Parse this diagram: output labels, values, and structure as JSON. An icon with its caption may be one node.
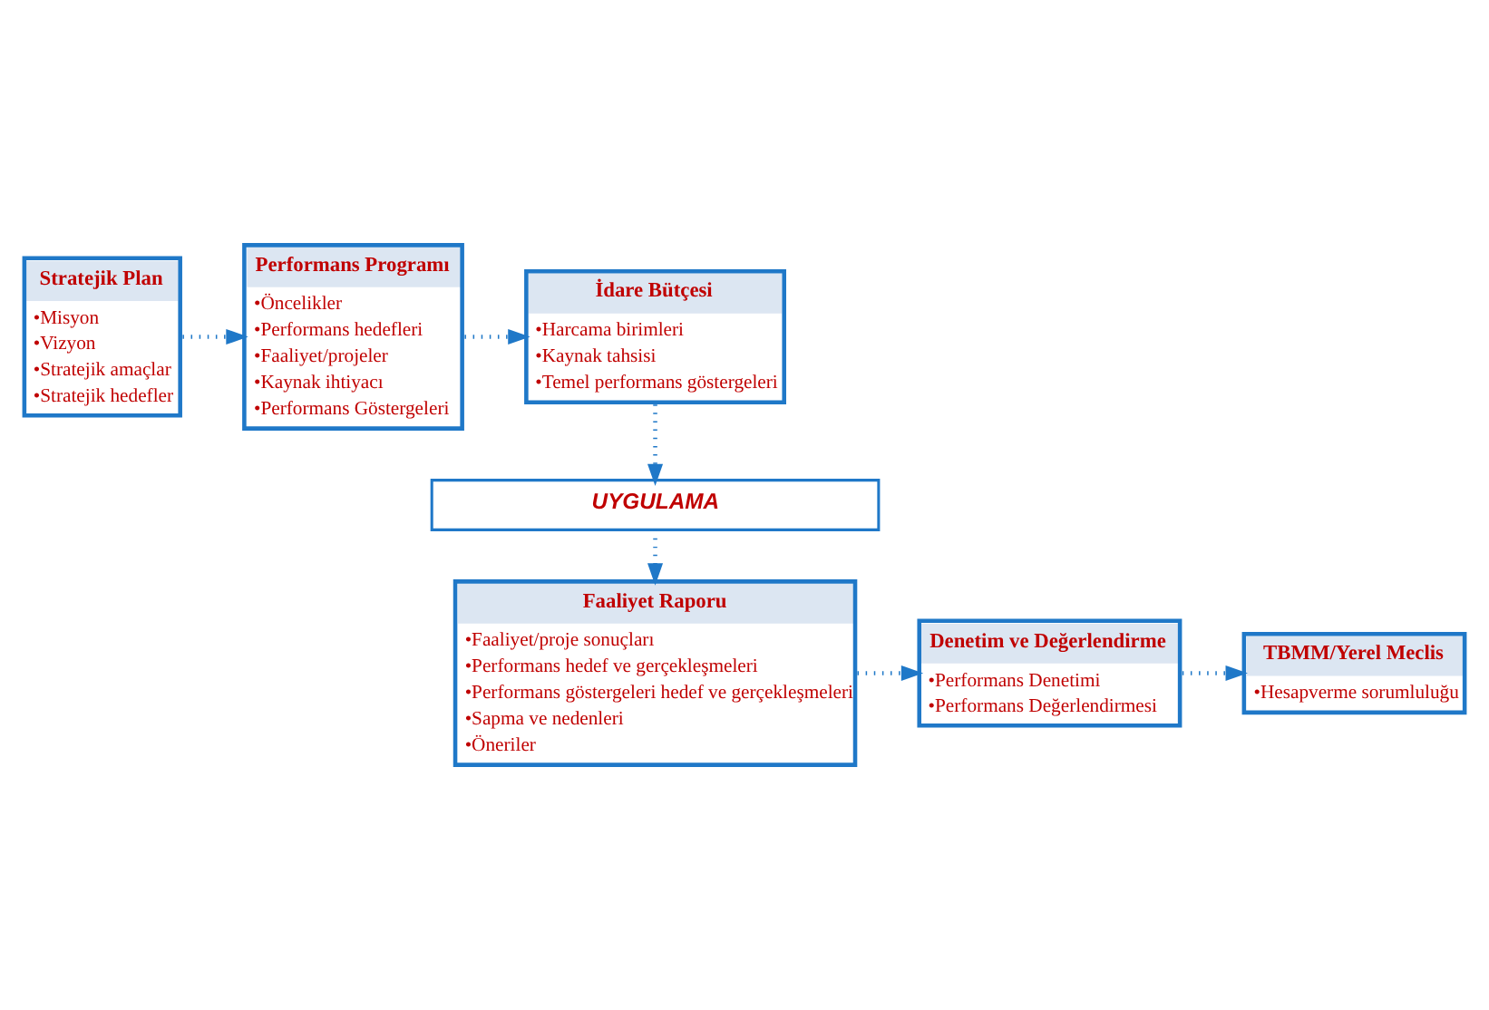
{
  "diagram": {
    "nodes": [
      {
        "text": [
          "Stratejik Plan",
          "•Misyon",
          "•Vizyon",
          "•Stratejik amaçlar",
          "•Stratejik hedefler"
        ]
      },
      {
        "text": [
          "Performans Programı",
          "•Öncelikler",
          "•Performans hedefleri",
          "•Faaliyet/projeler",
          "•Kaynak ihtiyacı",
          "•Performans Göstergeleri"
        ]
      },
      {
        "text": [
          "İdare Bütçesi",
          "•Harcama birimleri",
          "•Kaynak tahsisi",
          "•Temel performans göstergeleri"
        ]
      },
      {
        "text": [
          "UYGULAMA"
        ]
      },
      {
        "text": [
          "Faaliyet Raporu",
          "•Faaliyet/proje sonuçları",
          "•Performans hedef ve gerçekleşmeleri",
          "•Performans göstergeleri hedef ve gerçekleşmeleri",
          "•Sapma ve nedenleri",
          "•Öneriler"
        ]
      },
      {
        "text": [
          "Denetim ve Değerlendirme",
          "•Performans Denetimi",
          "•Performans Değerlendirmesi"
        ]
      },
      {
        "text": [
          "TBMM/Yerel Meclis",
          "•Hesapverme sorumluluğu"
        ]
      }
    ],
    "edges": [
      {
        "from": 0,
        "to": 1,
        "arrow": "to"
      },
      {
        "from": 1,
        "to": 2,
        "arrow": "to"
      },
      {
        "from": 2,
        "to": 3,
        "arrow": "to"
      },
      {
        "from": 3,
        "to": 4,
        "arrow": "to"
      },
      {
        "from": 4,
        "to": 5,
        "arrow": "to"
      },
      {
        "from": 5,
        "to": 6,
        "arrow": "to"
      }
    ]
  }
}
